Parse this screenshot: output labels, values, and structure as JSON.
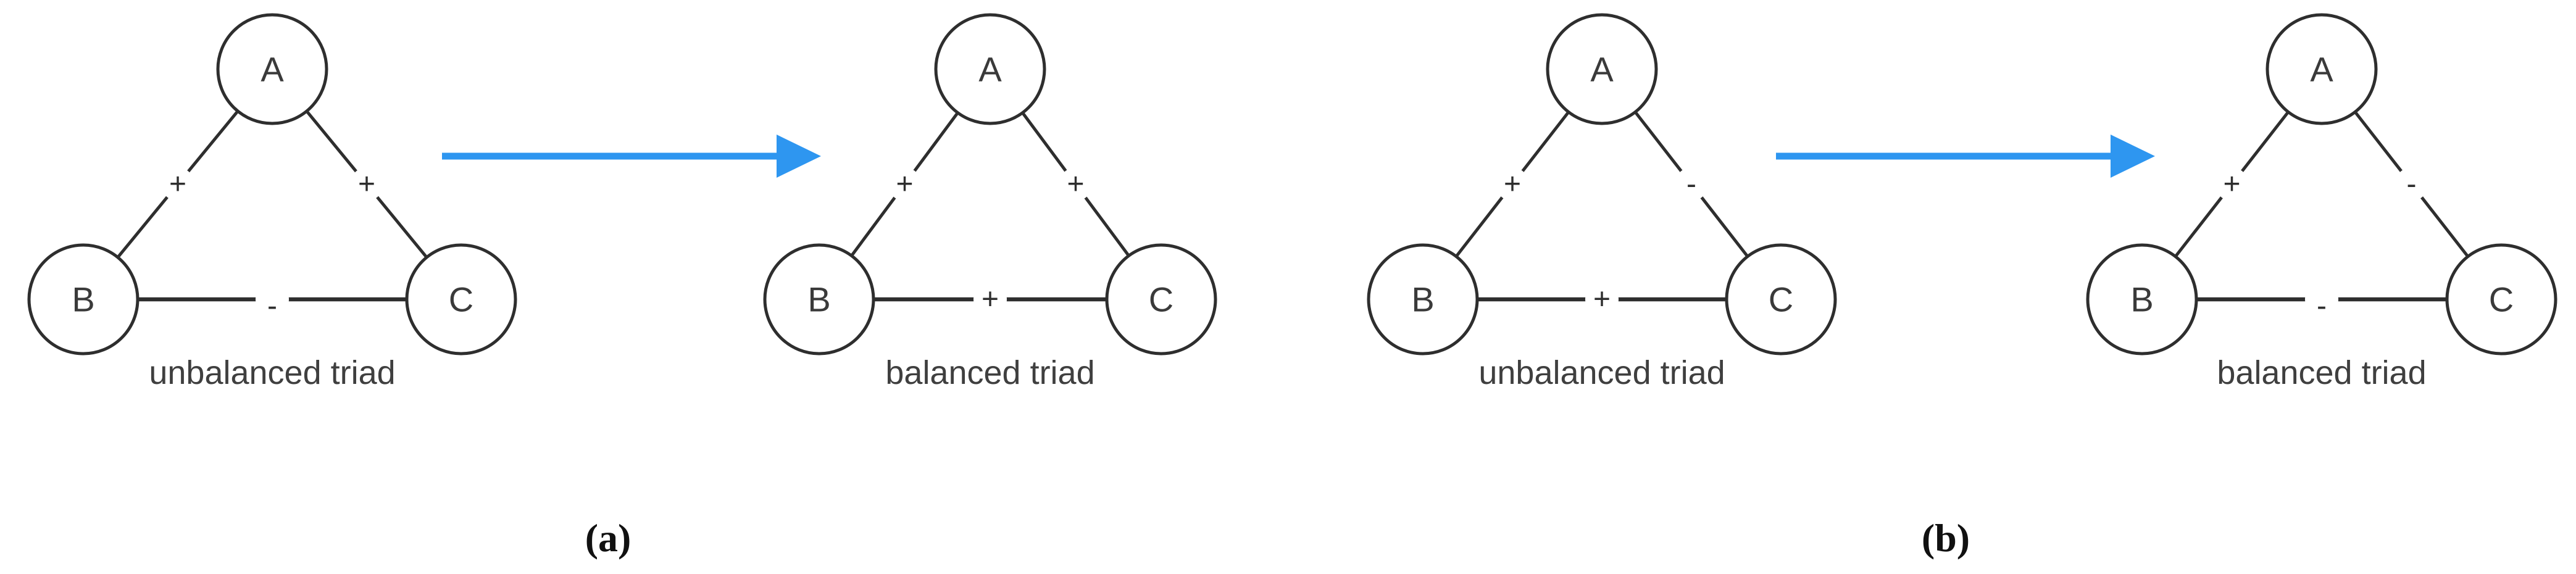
{
  "figure": {
    "description": "balance theory triads",
    "colors": {
      "background": "#ffffff",
      "stroke": "#2e2e2e",
      "node_fill": "#ffffff",
      "node_text": "#3a3a3a",
      "sign_text": "#2e2e2e",
      "caption_text": "#3f3f3f",
      "arrow": "#2e96f0",
      "panel_label_text": "#111111"
    },
    "icons": {
      "transition_arrow": "right-arrow"
    },
    "panels": [
      {
        "label": "(a)",
        "triads": [
          {
            "state": "unbalanced",
            "caption": "unbalanced triad",
            "nodes": [
              {
                "id": "A",
                "position": "top"
              },
              {
                "id": "B",
                "position": "bottom-left"
              },
              {
                "id": "C",
                "position": "bottom-right"
              }
            ],
            "edges": [
              {
                "from": "A",
                "to": "B",
                "sign": "+"
              },
              {
                "from": "A",
                "to": "C",
                "sign": "+"
              },
              {
                "from": "B",
                "to": "C",
                "sign": "-"
              }
            ]
          },
          {
            "state": "balanced",
            "caption": "balanced triad",
            "nodes": [
              {
                "id": "A",
                "position": "top"
              },
              {
                "id": "B",
                "position": "bottom-left"
              },
              {
                "id": "C",
                "position": "bottom-right"
              }
            ],
            "edges": [
              {
                "from": "A",
                "to": "B",
                "sign": "+"
              },
              {
                "from": "A",
                "to": "C",
                "sign": "+"
              },
              {
                "from": "B",
                "to": "C",
                "sign": "+"
              }
            ]
          }
        ]
      },
      {
        "label": "(b)",
        "triads": [
          {
            "state": "unbalanced",
            "caption": "unbalanced triad",
            "nodes": [
              {
                "id": "A",
                "position": "top"
              },
              {
                "id": "B",
                "position": "bottom-left"
              },
              {
                "id": "C",
                "position": "bottom-right"
              }
            ],
            "edges": [
              {
                "from": "A",
                "to": "B",
                "sign": "+"
              },
              {
                "from": "A",
                "to": "C",
                "sign": "-"
              },
              {
                "from": "B",
                "to": "C",
                "sign": "+"
              }
            ]
          },
          {
            "state": "balanced",
            "caption": "balanced triad",
            "nodes": [
              {
                "id": "A",
                "position": "top"
              },
              {
                "id": "B",
                "position": "bottom-left"
              },
              {
                "id": "C",
                "position": "bottom-right"
              }
            ],
            "edges": [
              {
                "from": "A",
                "to": "B",
                "sign": "+"
              },
              {
                "from": "A",
                "to": "C",
                "sign": "-"
              },
              {
                "from": "B",
                "to": "C",
                "sign": "-"
              }
            ]
          }
        ]
      }
    ]
  }
}
